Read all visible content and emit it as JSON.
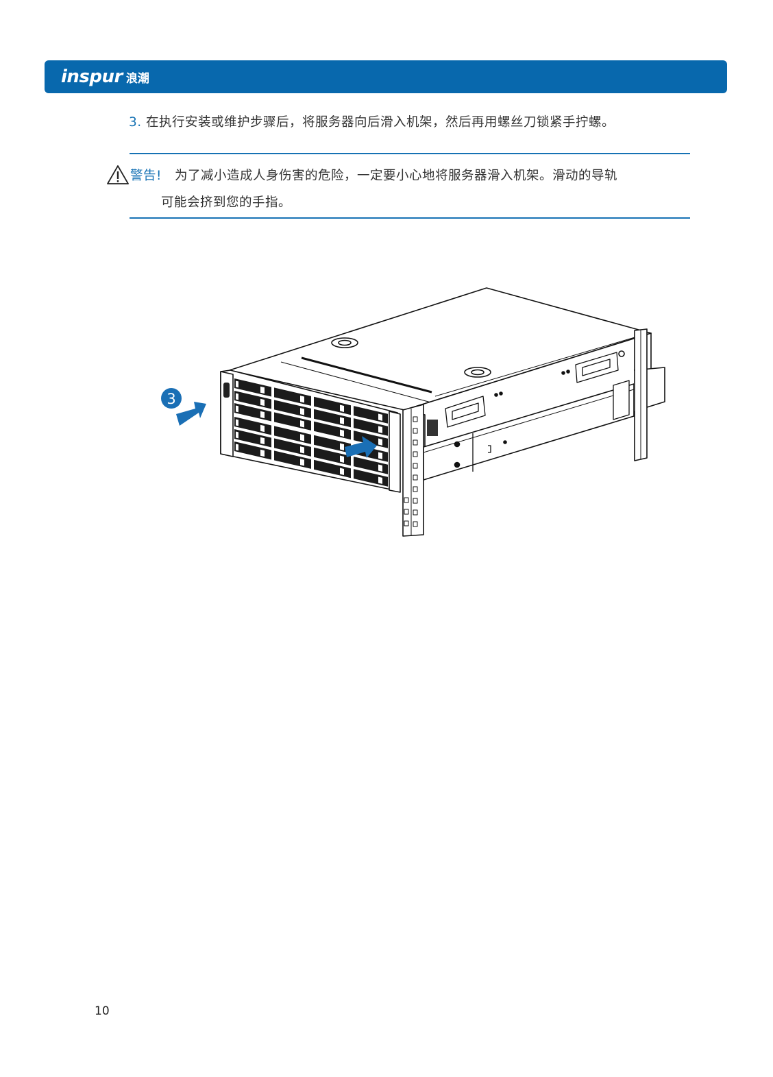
{
  "header": {
    "logo_en": "inspur",
    "logo_cn": "浪潮",
    "bar_color": "#0868ad"
  },
  "step": {
    "number": "3.",
    "text": " 在执行安装或维护步骤后，将服务器向后滑入机架，然后再用螺丝刀锁紧手拧螺。"
  },
  "warning": {
    "icon": "warning-triangle-icon",
    "label": "警告!",
    "line1": "为了减小造成人身伤害的危险，一定要小心地将服务器滑入机架。滑动的导轨",
    "line2": "可能会挤到您的手指。"
  },
  "figure": {
    "callout_number": "3",
    "accent_color": "#1a6fb5",
    "description": "Server sliding into rack rails"
  },
  "footer": {
    "page_number": "10"
  }
}
